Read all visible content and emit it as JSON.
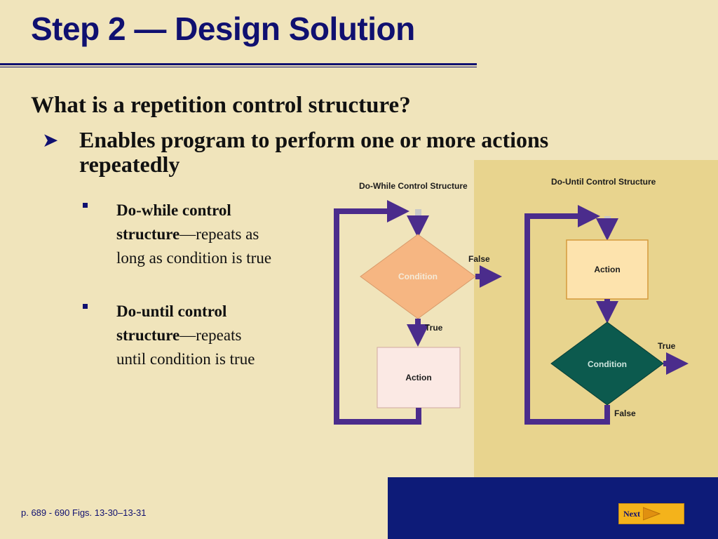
{
  "slide": {
    "title": "Step 2 — Design Solution",
    "question": "What is a repetition control structure?",
    "point_bullet_icon": "arrow-bullet",
    "point": "Enables program to perform one or more actions repeatedly",
    "subpoints": [
      {
        "bold": "Do-while control structure",
        "rest": "—repeats as long as condition is true"
      },
      {
        "bold": "Do-until control structure",
        "rest": "—repeats until condition is true"
      }
    ],
    "footer": "p. 689 - 690 Figs. 13-30–13-31",
    "next_label": "Next"
  },
  "diagrams": {
    "do_while": {
      "title": "Do-While Control Structure",
      "condition": "Condition",
      "false_label": "False",
      "true_label": "True",
      "action": "Action"
    },
    "do_until": {
      "title": "Do-Until Control Structure",
      "action": "Action",
      "condition": "Condition",
      "true_label": "True",
      "false_label": "False"
    }
  },
  "colors": {
    "background": "#f0e4bb",
    "panel": "#e8d48e",
    "navy": "#101070",
    "flow_line": "#4b2c8c",
    "condition_while": "#f6b682",
    "condition_until": "#0c5a4e",
    "action_while": "#fbe9e4",
    "action_until": "#fde3ad",
    "next_button": "#f4b31b"
  }
}
